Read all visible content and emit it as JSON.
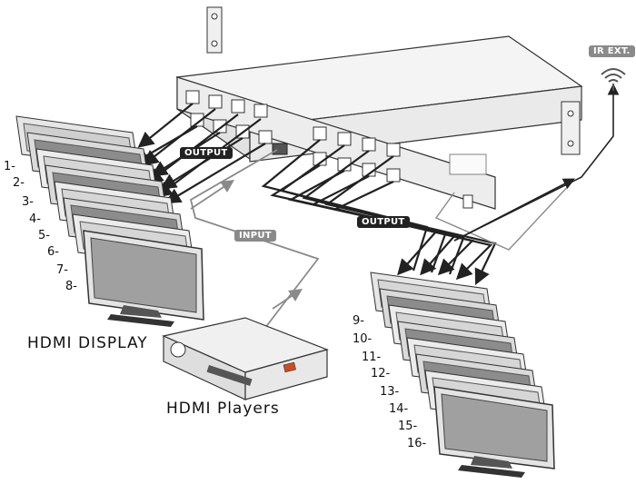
{
  "labels": {
    "output_left": "OUTPUT",
    "output_right": "OUTPUT",
    "input": "INPUT",
    "ir_ext": "IR EXT.",
    "hdmi_display": "HDMI  DISPLAY",
    "hdmi_players": "HDMI Players"
  },
  "left_numbers": [
    "1-",
    "2-",
    "3-",
    "4-",
    "5-",
    "6-",
    "7-",
    "8-"
  ],
  "right_numbers": [
    "9-",
    "10-",
    "11-",
    "12-",
    "13-",
    "14-",
    "15-",
    "16-"
  ],
  "colors": {
    "line": "#333333",
    "cable": "#555555",
    "panel": "#f2f2f2",
    "screen_dark": "#8c8c8c",
    "screen_light": "#d6d6d6",
    "tag_dark": "#222222",
    "tag_gray": "#8a8a8a"
  }
}
